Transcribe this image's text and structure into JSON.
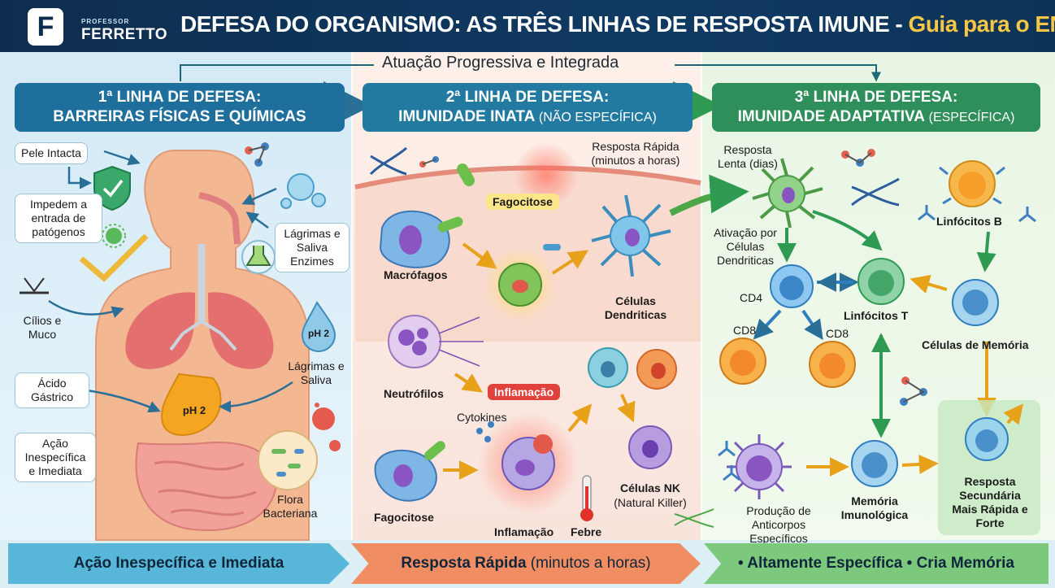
{
  "header": {
    "logo_letter": "F",
    "logo_small": "PROFESSOR",
    "logo_big": "FERRETTO",
    "title_main": "DEFESA DO ORGANISMO: AS TRÊS LINHAS DE RESPOSTA IMUNE - ",
    "title_highlight": "Guia para o ENEM"
  },
  "progress_label": "Atuação Progressiva e Integrada",
  "columns": [
    {
      "title": "1ª LINHA DE DEFESA:",
      "subtitle": "BARREIRAS FÍSICAS E QUÍMICAS",
      "subtitle_note": "",
      "footer": "Ação Inespecífica e Imediata",
      "footer_note": ""
    },
    {
      "title": "2ª LINHA DE DEFESA:",
      "subtitle": "IMUNIDADE INATA",
      "subtitle_note": "(NÃO ESPECÍFICA)",
      "footer": "Resposta Rápida",
      "footer_note": "(minutos a horas)"
    },
    {
      "title": "3ª LINHA DE DEFESA:",
      "subtitle": "IMUNIDADE ADAPTATIVA",
      "subtitle_note": "(ESPECÍFICA)",
      "footer": "• Altamente Específica • Cria Memória",
      "footer_note": ""
    }
  ],
  "col1": {
    "pele": "Pele Intacta",
    "impedem": "Impedem a entrada de patógenos",
    "lagrimas1": "Lágrimas e Saliva Enzimes",
    "cilios": "Cílios e Muco",
    "ph2_drop": "pH 2",
    "lagrimas2": "Lágrimas e Saliva",
    "acido": "Ácido Gástrico",
    "ph2_stomach": "pH 2",
    "acao": "Ação Inespecífica e Imediata",
    "flora": "Flora Bacteriana"
  },
  "col2": {
    "resposta_rapida": "Resposta Rápida (minutos a horas)",
    "fagocitose_tag": "Fagocitose",
    "macrofagos": "Macrófagos",
    "celulas_dendriticas": "Células Dendriticas",
    "neutrofilos": "Neutrófilos",
    "inflamacao_tag": "Inflamação",
    "cytokines": "Cytokines",
    "fagocitose": "Fagocitose",
    "inflamacao": "Inflamação",
    "febre": "Febre",
    "nk": "Células NK",
    "nk_note": "(Natural Killer)"
  },
  "col3": {
    "resposta_lenta": "Resposta Lenta (dias)",
    "linfocitos_b": "Linfócitos B",
    "ativacao": "Ativação por Células Dendriticas",
    "cd4": "CD4",
    "linfocitos_t": "Linfócitos T",
    "cd8a": "CD8",
    "cd8b": "CD8",
    "memoria_cells": "Células de Memória",
    "producao": "Produção de Anticorpos Específicos",
    "memoria_imuno": "Memória Imunológica",
    "resposta_sec": "Resposta Secundária Mais Rápida e Forte"
  },
  "colors": {
    "navy": "#0d2d4e",
    "highlight": "#f6c644",
    "col1_banner": "#1f6f9c",
    "col2_banner": "#237aa0",
    "col3_banner": "#2f8f5a"
  }
}
